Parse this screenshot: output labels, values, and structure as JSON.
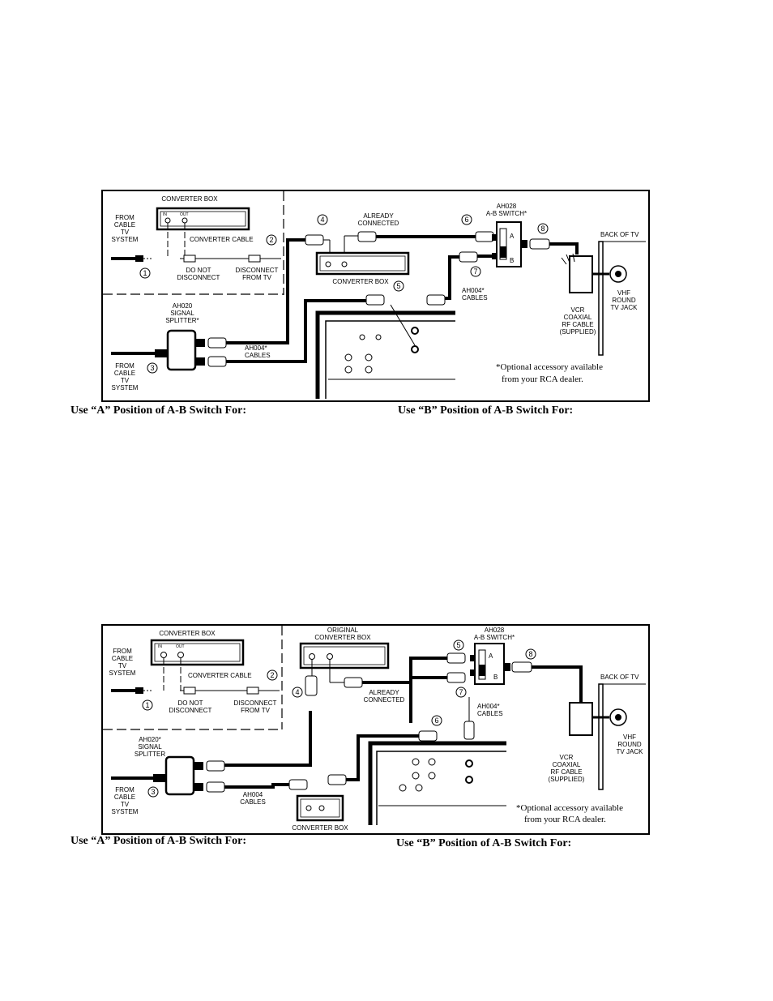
{
  "diagram1": {
    "labels": {
      "converter_box_top": "CONVERTER BOX",
      "from_cable_1": "FROM",
      "from_cable_2": "CABLE",
      "from_cable_3": "TV",
      "from_cable_4": "SYSTEM",
      "converter_cable": "CONVERTER CABLE",
      "do_not_1": "DO NOT",
      "do_not_2": "DISCONNECT",
      "disc_1": "DISCONNECT",
      "disc_2": "FROM TV",
      "signal_splitter_1": "AH020",
      "signal_splitter_2": "SIGNAL",
      "signal_splitter_3": "SPLITTER*",
      "from_cable_b_1": "FROM",
      "from_cable_b_2": "CABLE",
      "from_cable_b_3": "TV",
      "from_cable_b_4": "SYSTEM",
      "ah004_1": "AH004*",
      "ah004_2": "CABLES",
      "already_1": "ALREADY",
      "already_2": "CONNECTED",
      "converter_box_mid": "CONVERTER BOX",
      "ab_switch_1": "AH028",
      "ab_switch_2": "A-B SWITCH*",
      "ah004b_1": "AH004*",
      "ah004b_2": "CABLES",
      "back_of_tv": "BACK OF TV",
      "vcr_1": "VCR",
      "vcr_2": "COAXIAL",
      "vcr_3": "RF CABLE",
      "vcr_4": "(SUPPLIED)",
      "vhf_1": "VHF",
      "vhf_2": "ROUND",
      "vhf_3": "TV JACK",
      "switch_a": "A",
      "switch_b": "B",
      "box_in": "IN",
      "box_out": "OUT",
      "note_1": "*Optional accessory available",
      "note_2": "from your RCA dealer."
    },
    "numbers": [
      "1",
      "2",
      "3",
      "4",
      "5",
      "6",
      "7",
      "8"
    ],
    "caption_a": "Use “A” Position of A-B Switch For:",
    "caption_b": "Use “B” Position of A-B Switch For:"
  },
  "diagram2": {
    "labels": {
      "converter_box_top": "CONVERTER BOX",
      "from_cable_1": "FROM",
      "from_cable_2": "CABLE",
      "from_cable_3": "TV",
      "from_cable_4": "SYSTEM",
      "converter_cable": "CONVERTER CABLE",
      "do_not_1": "DO NOT",
      "do_not_2": "DISCONNECT",
      "disc_1": "DISCONNECT",
      "disc_2": "FROM TV",
      "original_1": "ORIGINAL",
      "original_2": "CONVERTER BOX",
      "already_1": "ALREADY",
      "already_2": "CONNECTED",
      "ab_switch_1": "AH028",
      "ab_switch_2": "A-B SWITCH*",
      "ah004b_1": "AH004*",
      "ah004b_2": "CABLES",
      "signal_splitter_1": "AH020*",
      "signal_splitter_2": "SIGNAL",
      "signal_splitter_3": "SPLITTER",
      "from_cable_b_1": "FROM",
      "from_cable_b_2": "CABLE",
      "from_cable_b_3": "TV",
      "from_cable_b_4": "SYSTEM",
      "ah004_1": "AH004",
      "ah004_2": "CABLES",
      "converter_box_bottom": "CONVERTER BOX",
      "back_of_tv": "BACK OF TV",
      "vcr_1": "VCR",
      "vcr_2": "COAXIAL",
      "vcr_3": "RF CABLE",
      "vcr_4": "(SUPPLIED)",
      "vhf_1": "VHF",
      "vhf_2": "ROUND",
      "vhf_3": "TV JACK",
      "switch_a": "A",
      "switch_b": "B",
      "box_in": "IN",
      "box_out": "OUT",
      "note_1": "*Optional accessory available",
      "note_2": "from your RCA dealer."
    },
    "numbers": [
      "1",
      "2",
      "3",
      "4",
      "5",
      "6",
      "7",
      "8"
    ],
    "caption_a": "Use “A” Position of A-B Switch For:",
    "caption_b": "Use “B” Position of A-B Switch For:"
  }
}
